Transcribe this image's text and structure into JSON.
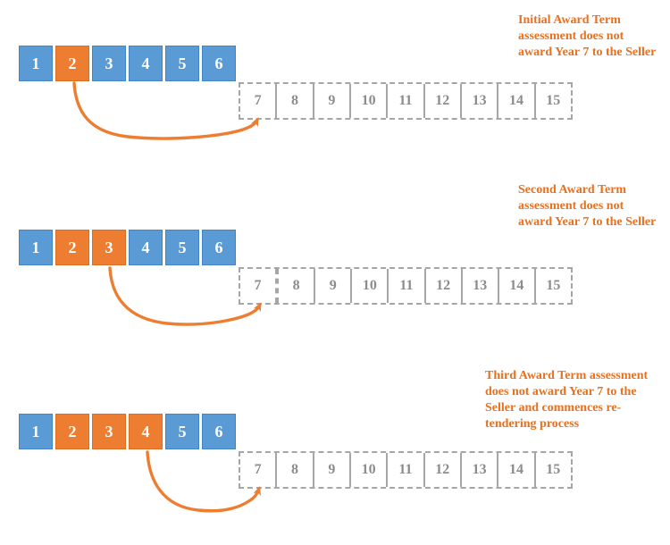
{
  "colors": {
    "box_blue": "#5B9BD5",
    "box_orange": "#ED7D31",
    "border_gray": "#A6A6A6",
    "number_gray": "#8C8C8C",
    "text_orange": "#E8701E",
    "arrow_orange": "#ED7D31"
  },
  "rows": [
    {
      "id": "initial",
      "solid_cells": [
        {
          "label": "1",
          "state": "blue"
        },
        {
          "label": "2",
          "state": "orange"
        },
        {
          "label": "3",
          "state": "blue"
        },
        {
          "label": "4",
          "state": "blue"
        },
        {
          "label": "5",
          "state": "blue"
        },
        {
          "label": "6",
          "state": "blue"
        }
      ],
      "dashed_cells": [
        "7",
        "8",
        "9",
        "10",
        "11",
        "12",
        "13",
        "14",
        "15"
      ],
      "annotation_lines": [
        "Initial Award Term",
        "assessment does not",
        "award Year 7 to the Seller"
      ]
    },
    {
      "id": "second",
      "solid_cells": [
        {
          "label": "1",
          "state": "blue"
        },
        {
          "label": "2",
          "state": "orange"
        },
        {
          "label": "3",
          "state": "orange"
        },
        {
          "label": "4",
          "state": "blue"
        },
        {
          "label": "5",
          "state": "blue"
        },
        {
          "label": "6",
          "state": "blue"
        }
      ],
      "dashed_cells": [
        "7",
        "8",
        "9",
        "10",
        "11",
        "12",
        "13",
        "14",
        "15"
      ],
      "annotation_lines": [
        "Second Award Term",
        "assessment does not",
        "award Year 7 to the Seller"
      ]
    },
    {
      "id": "third",
      "solid_cells": [
        {
          "label": "1",
          "state": "blue"
        },
        {
          "label": "2",
          "state": "orange"
        },
        {
          "label": "3",
          "state": "orange"
        },
        {
          "label": "4",
          "state": "orange"
        },
        {
          "label": "5",
          "state": "blue"
        },
        {
          "label": "6",
          "state": "blue"
        }
      ],
      "dashed_cells": [
        "7",
        "8",
        "9",
        "10",
        "11",
        "12",
        "13",
        "14",
        "15"
      ],
      "annotation_lines": [
        "Third Award Term assessment",
        "does not award Year 7 to the",
        "Seller and commences re-",
        "tendering process"
      ]
    }
  ]
}
